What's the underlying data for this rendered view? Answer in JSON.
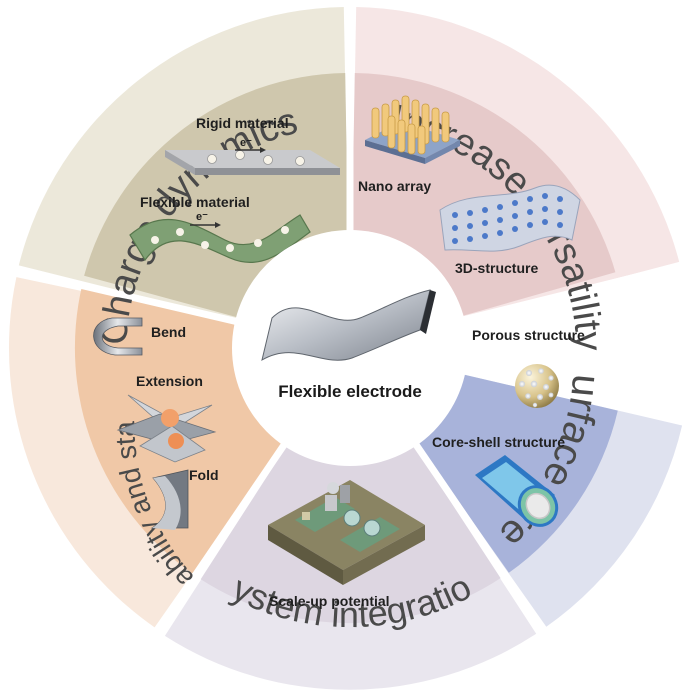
{
  "center": {
    "title": "Flexible electrode"
  },
  "segments": [
    {
      "outer_label": "Charge dynamics",
      "items": [
        "Rigid material",
        "Flexible material"
      ],
      "electron_labels": [
        "e⁻",
        "e⁻"
      ]
    },
    {
      "outer_label": "Increase versatility",
      "items": [
        "Nano array",
        "3D-structure"
      ]
    },
    {
      "outer_label": "Surface area",
      "items": [
        "Porous structure",
        "Core-shell structure"
      ]
    },
    {
      "outer_label": "System integration",
      "items": [
        "Scale-up potential"
      ]
    },
    {
      "outer_label": "Durability and stability",
      "items": [
        "Bend",
        "Extension",
        "Fold"
      ]
    }
  ],
  "colors": {
    "charge_outer": "#ece8da",
    "charge_inner": "#cfc7ad",
    "versatility_outer": "#f6e6e6",
    "versatility_inner": "#e6caca",
    "surface_outer": "#dfe2ef",
    "surface_inner": "#a8b3da",
    "system_outer": "#e9e6ee",
    "system_inner": "#ddd6e1",
    "durability_outer": "#f8e8dc",
    "durability_inner": "#f0c8a7",
    "center": "#ffffff"
  }
}
